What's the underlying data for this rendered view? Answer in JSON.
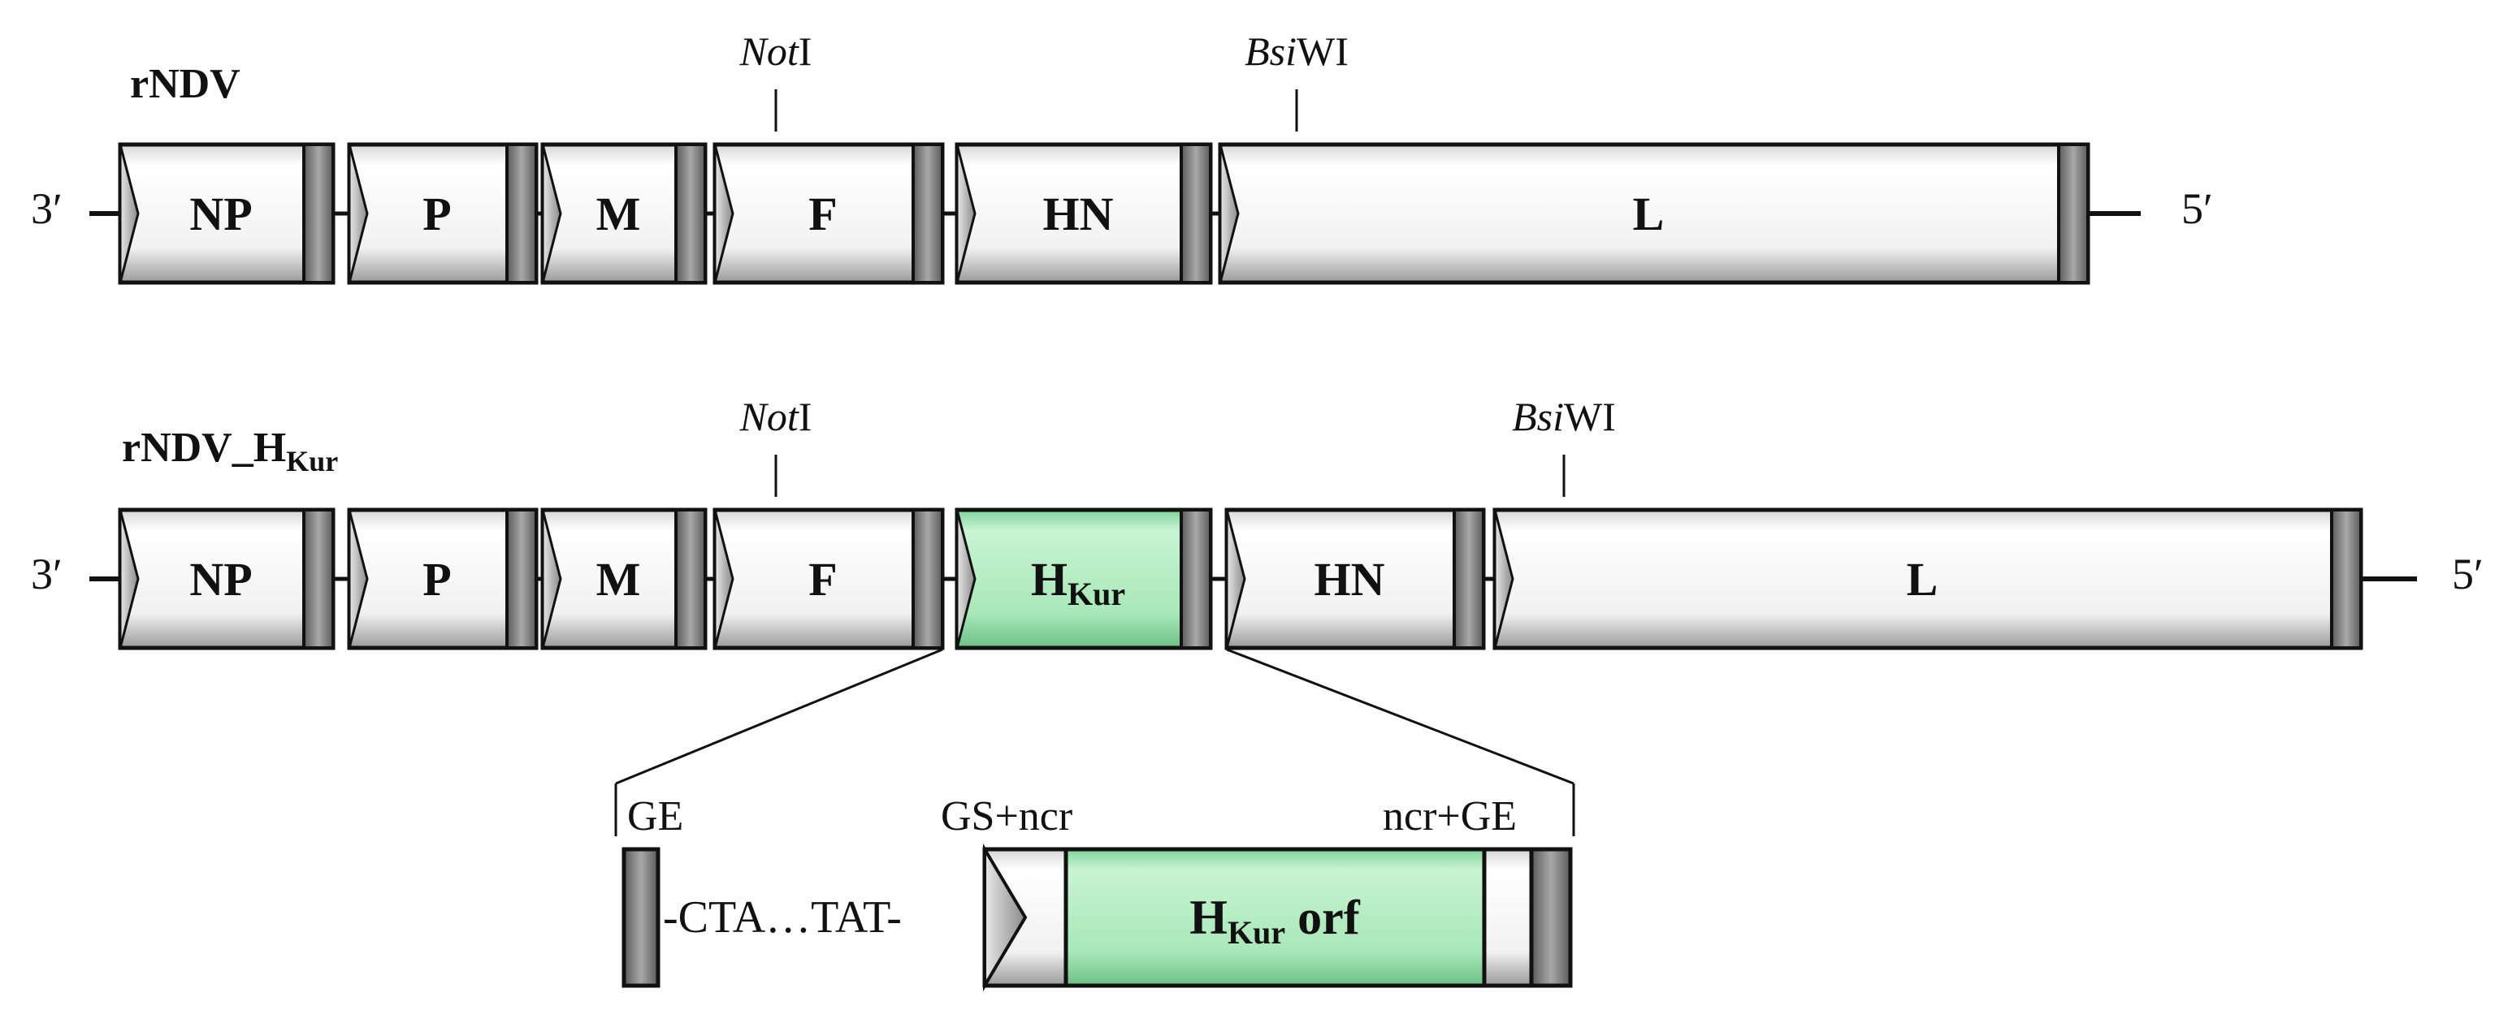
{
  "constructs": [
    {
      "id": "rNDV",
      "title": "rNDV",
      "title_sub": "",
      "end_left": "3′",
      "end_right": "5′",
      "genes": [
        {
          "label": "NP",
          "sub": "",
          "highlight": false
        },
        {
          "label": "P",
          "sub": "",
          "highlight": false
        },
        {
          "label": "M",
          "sub": "",
          "highlight": false
        },
        {
          "label": "F",
          "sub": "",
          "highlight": false
        },
        {
          "label": "HN",
          "sub": "",
          "highlight": false
        },
        {
          "label": "L",
          "sub": "",
          "highlight": false
        }
      ],
      "sites": [
        {
          "italic": "Not",
          "roman": "I"
        },
        {
          "italic": "Bsi",
          "roman": "WI"
        }
      ]
    },
    {
      "id": "rNDV_HKur",
      "title": "rNDV_H",
      "title_sub": "Kur",
      "end_left": "3′",
      "end_right": "5′",
      "genes": [
        {
          "label": "NP",
          "sub": "",
          "highlight": false
        },
        {
          "label": "P",
          "sub": "",
          "highlight": false
        },
        {
          "label": "M",
          "sub": "",
          "highlight": false
        },
        {
          "label": "F",
          "sub": "",
          "highlight": false
        },
        {
          "label": "H",
          "sub": "Kur",
          "highlight": true
        },
        {
          "label": "HN",
          "sub": "",
          "highlight": false
        },
        {
          "label": "L",
          "sub": "",
          "highlight": false
        }
      ],
      "sites": [
        {
          "italic": "Not",
          "roman": "I"
        },
        {
          "italic": "Bsi",
          "roman": "WI"
        }
      ]
    }
  ],
  "insert": {
    "labels": {
      "ge": "GE",
      "gs_ncr": "GS+ncr",
      "ncr_ge": "ncr+GE"
    },
    "sequence": "-CTA…TAT-",
    "orf_label": "H",
    "orf_sub": "Kur",
    "orf_suffix": " orf"
  },
  "colors": {
    "gene_fill": "#f2f2f2",
    "highlight_fill": "#a8e8b8",
    "cap_fill": "#8a8a8a",
    "stroke": "#111111"
  }
}
